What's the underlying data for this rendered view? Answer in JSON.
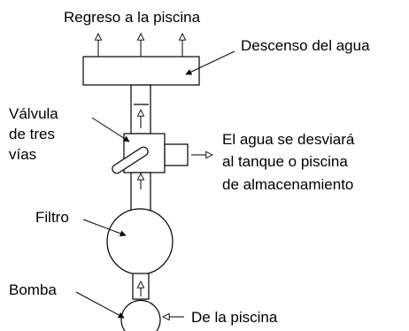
{
  "labels": {
    "return": "Regreso a la piscina",
    "descent": "Descenso del agua",
    "valve_1": "Válvula",
    "valve_2": "de tres",
    "valve_3": "vías",
    "divert_1": "El agua se desviará",
    "divert_2": "al tanque o piscina",
    "divert_3": "de almacenamiento",
    "filter": "Filtro",
    "pump": "Bomba",
    "from_pool": "De la piscina"
  },
  "colors": {
    "stroke": "#000000",
    "fill": "#ffffff",
    "text": "#000000"
  }
}
